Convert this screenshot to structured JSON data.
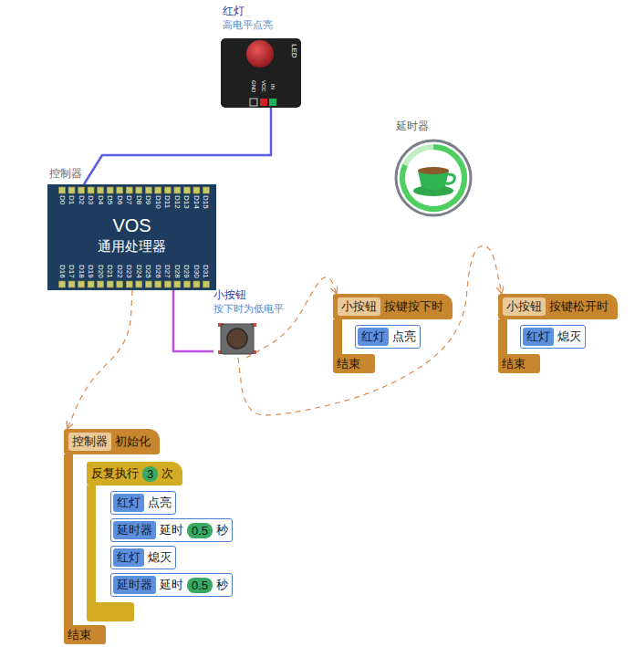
{
  "diagram": {
    "nodes": [
      {
        "text": [
          "红灯",
          "高电平点亮"
        ]
      },
      {
        "text": [
          "延时器"
        ]
      },
      {
        "text": [
          "控制器",
          "VOS",
          "通用处理器"
        ]
      },
      {
        "text": [
          "小按钮",
          "按下时为低电平"
        ]
      },
      {
        "text": [
          "小按钮",
          "按键按下时",
          "结束"
        ]
      },
      {
        "text": [
          "红灯",
          "点亮"
        ],
        "in": 4
      },
      {
        "text": [
          "小按钮",
          "按键松开时",
          "结束"
        ]
      },
      {
        "text": [
          "红灯",
          "熄灭"
        ],
        "in": 6
      },
      {
        "text": [
          "控制器",
          "初始化",
          "结束"
        ]
      },
      {
        "text": [
          "反复执行",
          "3",
          "次"
        ],
        "in": 8
      },
      {
        "text": [
          "红灯",
          "点亮"
        ],
        "in": 9
      },
      {
        "text": [
          "延时器",
          "延时",
          "0.5",
          "秒"
        ],
        "in": 9
      },
      {
        "text": [
          "红灯",
          "熄灭"
        ],
        "in": 9
      },
      {
        "text": [
          "延时器",
          "延时",
          "0.5",
          "秒"
        ],
        "in": 9
      }
    ],
    "edges": [
      {
        "from": 0,
        "to": 2,
        "arrow": "none"
      },
      {
        "from": 3,
        "to": 2,
        "arrow": "none"
      },
      {
        "from": 2,
        "to": 8,
        "arrow": "to"
      },
      {
        "from": 3,
        "to": 4,
        "arrow": "to"
      },
      {
        "from": 3,
        "to": 6,
        "arrow": "to"
      }
    ],
    "labels": [
      "LED",
      "GND",
      "VCC",
      "IN",
      "D0",
      "D1",
      "D2",
      "D3",
      "D4",
      "D5",
      "D6",
      "D7",
      "D8",
      "D9",
      "D10",
      "D11",
      "D12",
      "D13",
      "D14",
      "D15",
      "D16",
      "D17",
      "D18",
      "D19",
      "D20",
      "D21",
      "D22",
      "D23",
      "D24",
      "D25",
      "D26",
      "D27",
      "D28",
      "D29",
      "D30",
      "D31"
    ]
  }
}
